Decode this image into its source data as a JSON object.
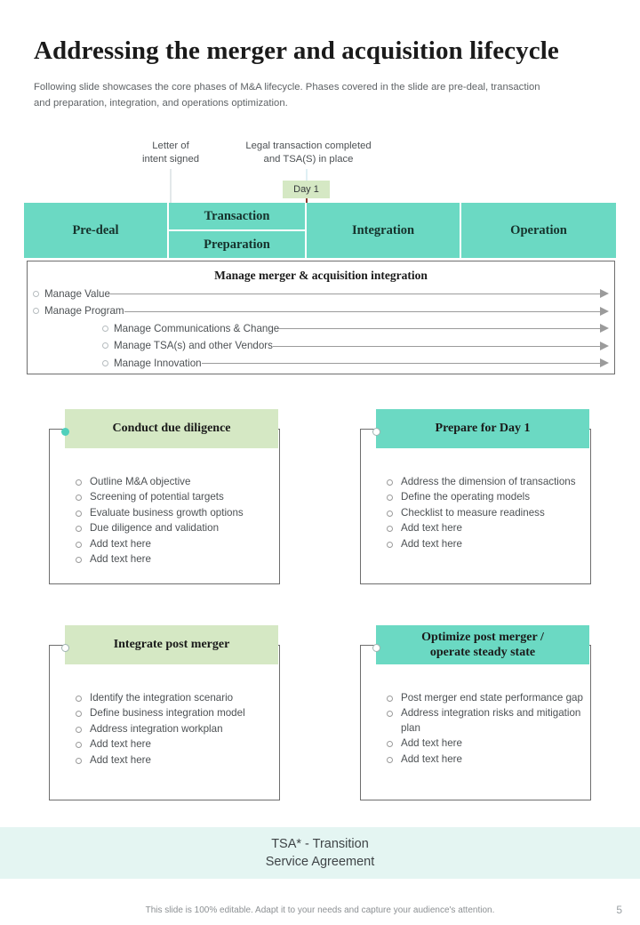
{
  "header": {
    "title": "Addressing the merger and acquisition lifecycle",
    "subtitle": "Following slide showcases the core phases of M&A lifecycle. Phases covered in the slide are pre-deal, transaction and preparation, integration, and operations optimization."
  },
  "timeline": {
    "label_left": "Letter of\nintent signed",
    "label_right": "Legal transaction completed\nand TSA(S) in place",
    "day_badge": "Day 1"
  },
  "phases": {
    "pre_deal": "Pre-deal",
    "transaction": "Transaction",
    "preparation": "Preparation",
    "integration": "Integration",
    "operation": "Operation"
  },
  "integration_box": {
    "heading": "Manage merger & acquisition integration",
    "rows": [
      {
        "text": "Manage Value",
        "indent": 0
      },
      {
        "text": "Manage Program",
        "indent": 0
      },
      {
        "text": "Manage Communications & Change",
        "indent": 1
      },
      {
        "text": "Manage TSA(s) and other Vendors",
        "indent": 1
      },
      {
        "text": "Manage Innovation",
        "indent": 1
      }
    ]
  },
  "cards": [
    {
      "title": "Conduct due diligence",
      "accent": "green",
      "knob": "filled",
      "items": [
        "Outline M&A objective",
        "Screening of potential targets",
        "Evaluate business growth options",
        "Due diligence and validation",
        "Add text here",
        "Add text here"
      ]
    },
    {
      "title": "Prepare for Day 1",
      "accent": "teal",
      "knob": "hollow",
      "items": [
        "Address the dimension of transactions",
        "Define the operating models",
        "Checklist to measure readiness",
        "Add text here",
        "Add text here"
      ]
    },
    {
      "title": "Integrate post merger",
      "accent": "green",
      "knob": "hollow",
      "items": [
        "Identify the integration scenario",
        "Define business integration model",
        "Address integration workplan",
        "Add text here",
        "Add text here"
      ]
    },
    {
      "title": "Optimize post merger / operate steady state",
      "accent": "teal",
      "knob": "hollow",
      "items": [
        "Post merger end state performance gap",
        "Address integration risks and mitigation plan",
        "Add text here",
        "Add text here"
      ]
    }
  ],
  "tsa_note": "TSA* - Transition\nService Agreement",
  "footer": {
    "note": "This slide is 100% editable. Adapt it to your needs and capture your audience's attention.",
    "page_number": "5"
  },
  "colors": {
    "teal": "#6bd9c3",
    "green": "#d5e8c4",
    "band": "#e4f5f2",
    "knob": "#4fd0bb"
  }
}
